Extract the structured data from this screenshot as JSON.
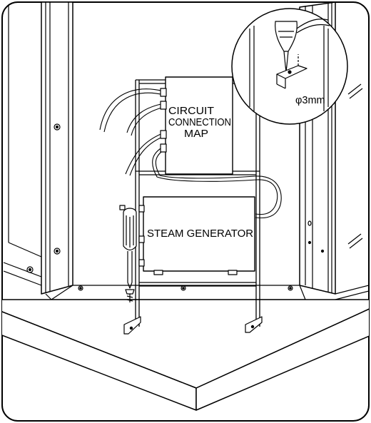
{
  "labels": {
    "circuit_line1": "CIRCUIT",
    "circuit_line2": "CONNECTION",
    "circuit_line3": "MAP",
    "steam_generator": "STEAM GENERATOR",
    "hole_diameter": "φ3mm"
  },
  "colors": {
    "stroke": "#000000",
    "background": "#ffffff"
  }
}
